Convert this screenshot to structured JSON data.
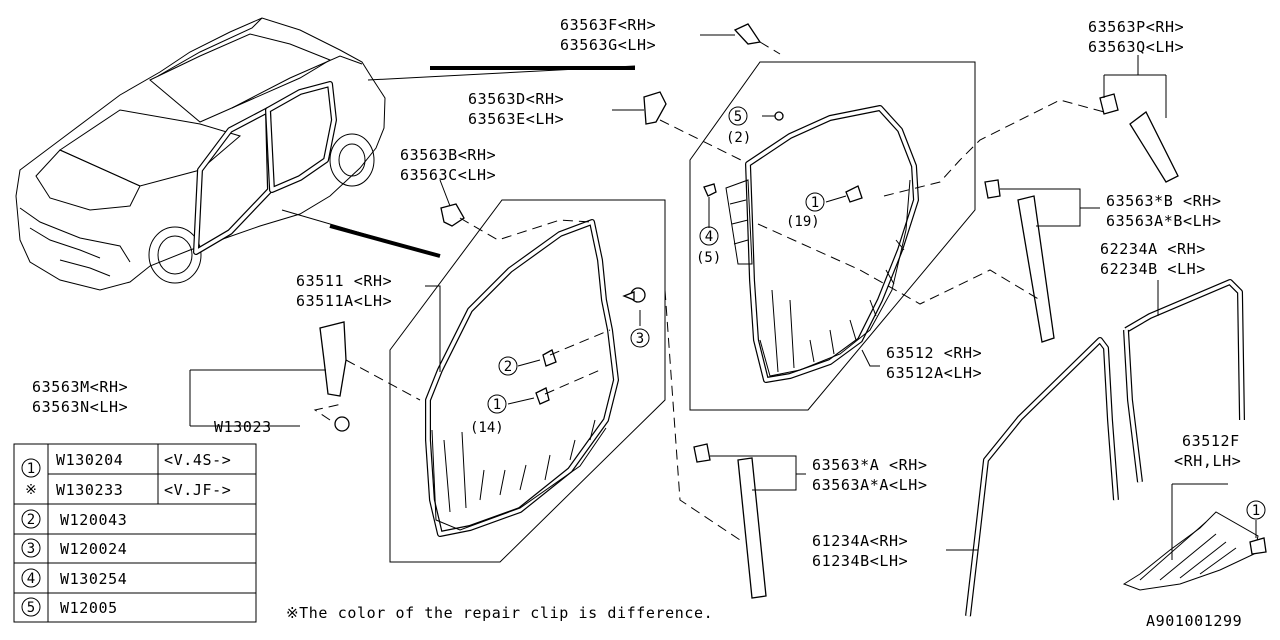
{
  "labels": {
    "l_63563F": "63563F<RH>",
    "l_63563G": "63563G<LH>",
    "l_63563P": "63563P<RH>",
    "l_63563Q": "63563Q<LH>",
    "l_63563D": "63563D<RH>",
    "l_63563E": "63563E<LH>",
    "l_63563B": "63563B<RH>",
    "l_63563C": "63563C<LH>",
    "l_63511": "63511 <RH>",
    "l_63511A": "63511A<LH>",
    "l_63563M": "63563M<RH>",
    "l_63563N": "63563N<LH>",
    "l_W13023": "W13023",
    "l_63512": "63512 <RH>",
    "l_63512A": "63512A<LH>",
    "l_63563sB": "63563*B <RH>",
    "l_63563AsB": "63563A*B<LH>",
    "l_62234A": "62234A <RH>",
    "l_62234B": "62234B <LH>",
    "l_63563sA": "63563*A <RH>",
    "l_63563AsA": "63563A*A<LH>",
    "l_61234A": "61234A<RH>",
    "l_61234B": "61234B<LH>",
    "l_63512F": "63512F",
    "l_63512F_rl": "<RH,LH>"
  },
  "callouts": {
    "c1_door_front": "1",
    "c2_door_front": "2",
    "c3_door_front": "3",
    "q_front": "(14)",
    "c5_rear": "5",
    "q_rear5": "(2)",
    "c4_rear": "4",
    "q_rear4": "(5)",
    "c1_rear": "1",
    "q_rear1": "(19)",
    "c1_right": "1"
  },
  "legend": {
    "rows": [
      {
        "num": "1",
        "code": "W130204",
        "variant": "<V.4S->"
      },
      {
        "num": "※",
        "code": "W130233",
        "variant": "<V.JF->"
      },
      {
        "num": "2",
        "code": "W120043"
      },
      {
        "num": "3",
        "code": "W120024"
      },
      {
        "num": "4",
        "code": "W130254"
      },
      {
        "num": "5",
        "code": "W12005"
      }
    ]
  },
  "footnote": "※The color of the repair clip is difference.",
  "diagram_id": "A901001299"
}
